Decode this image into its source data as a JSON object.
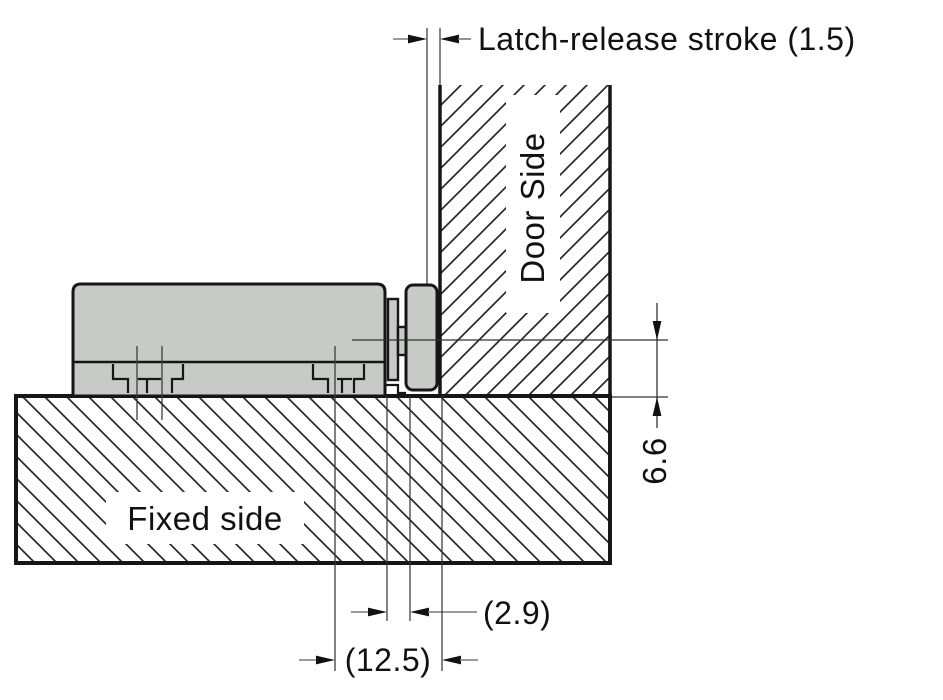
{
  "diagram": {
    "type": "technical-cross-section",
    "labels": {
      "top_dimension": "Latch-release stroke (1.5)",
      "door_side": "Door Side",
      "fixed_side": "Fixed side",
      "height_dimension": "6.6",
      "gap_dimension": "(2.9)",
      "offset_dimension": "(12.5)"
    },
    "colors": {
      "background": "#ffffff",
      "outline": "#161616",
      "part_fill": "#c7cac7",
      "hatch_line": "#2a2a2a",
      "dimension_line": "#7a7a7a"
    }
  }
}
